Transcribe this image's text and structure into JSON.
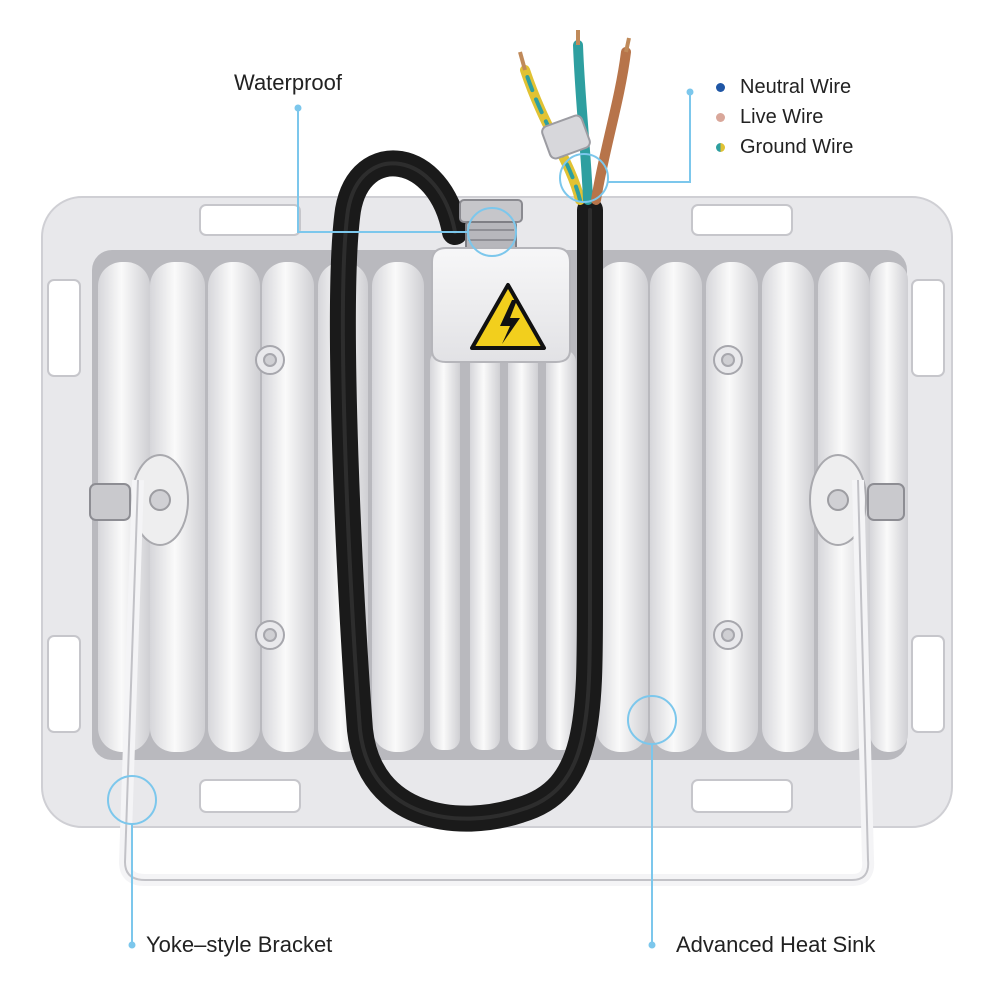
{
  "callouts": {
    "waterproof": "Waterproof",
    "yoke_bracket": "Yoke–style Bracket",
    "heat_sink": "Advanced Heat Sink"
  },
  "wire_legend": {
    "items": [
      {
        "label": "Neutral Wire",
        "color": "#1f56a5"
      },
      {
        "label": "Live Wire",
        "color": "#d9a79a"
      },
      {
        "label": "Ground Wire",
        "color_left": "#2e9fa0",
        "color_right": "#e1c233"
      }
    ]
  },
  "colors": {
    "housing": "#e7e7ea",
    "fin": "#f3f3f5",
    "cable": "#1a1a1a",
    "callout_line": "#7cc7ec",
    "warning_yellow": "#f2cf1d"
  },
  "icons": {
    "warning": "high-voltage-warning-icon"
  }
}
